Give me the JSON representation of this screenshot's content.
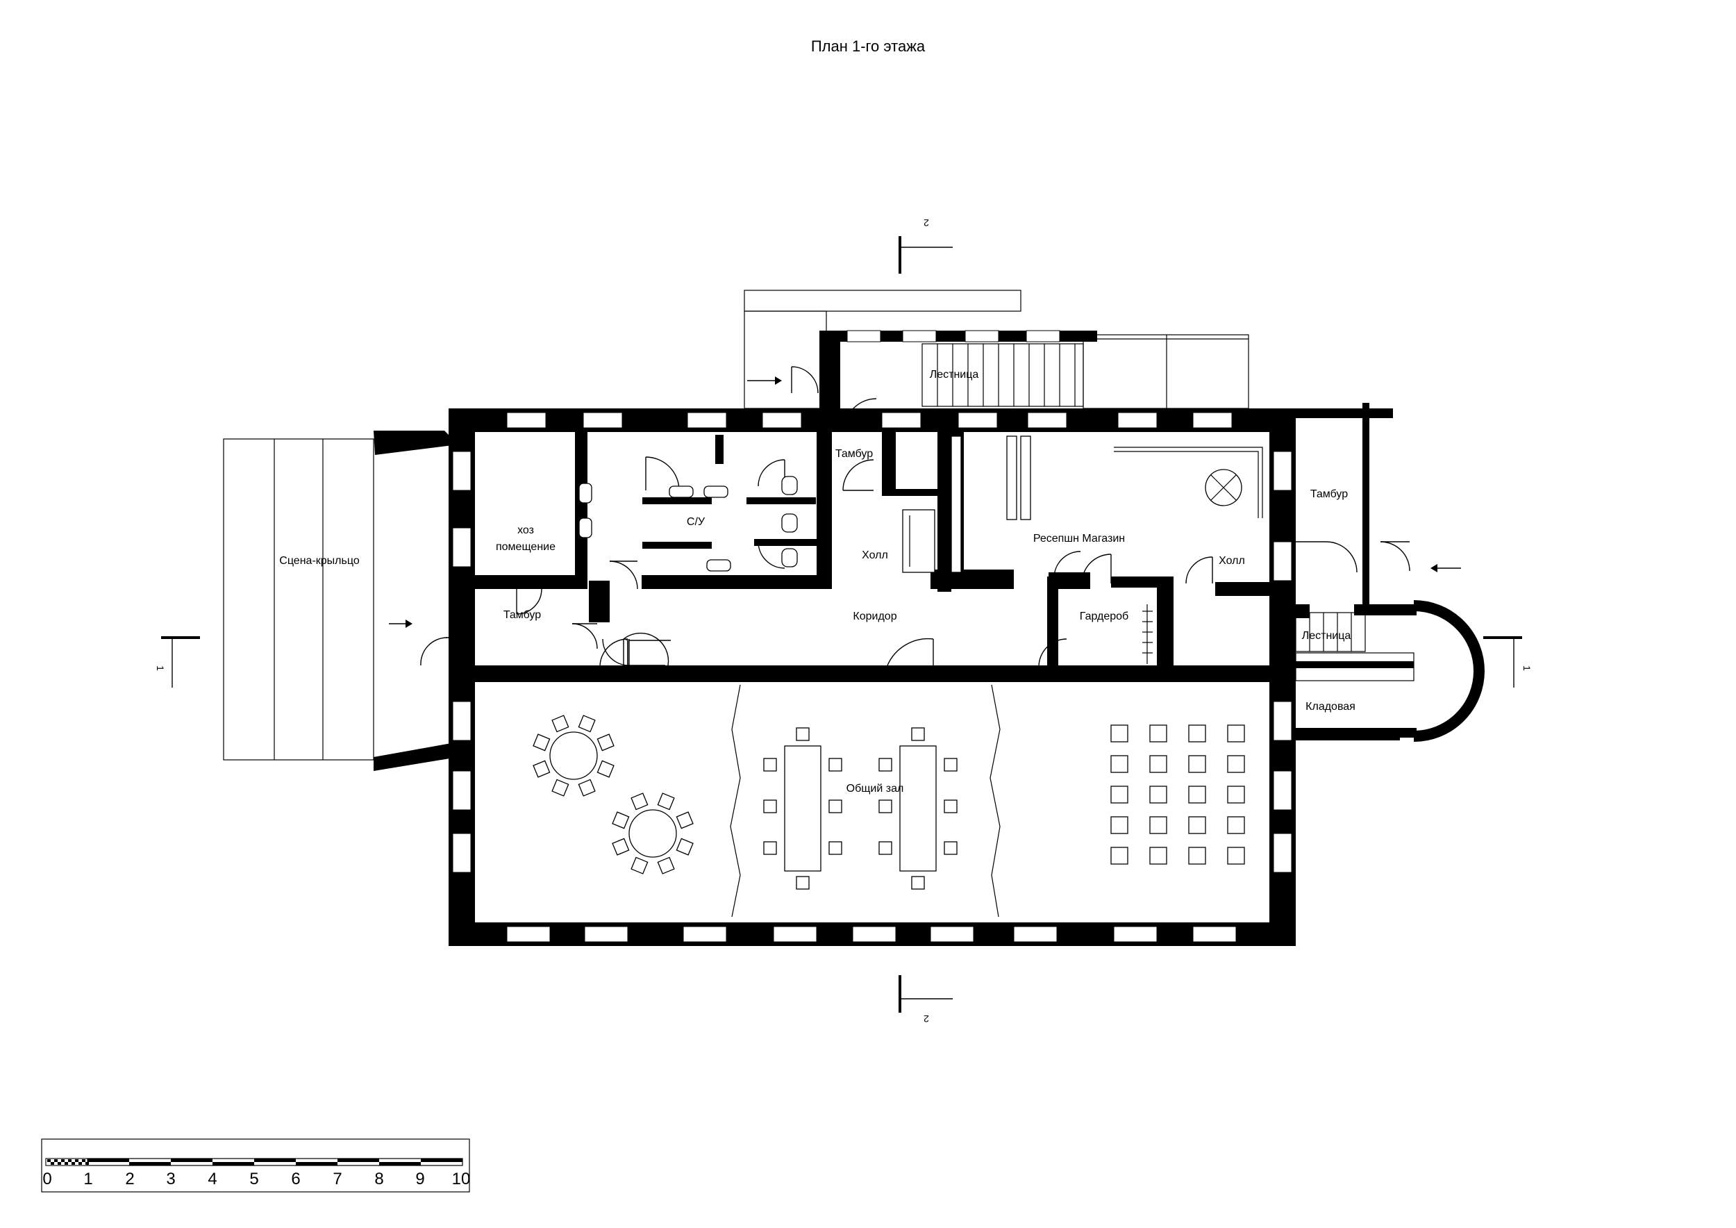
{
  "title": "План 1-го этажа",
  "rooms": [
    {
      "id": "stage",
      "label": "Сцена-крыльцо"
    },
    {
      "id": "utility",
      "label_line1": "хоз",
      "label_line2": "помещение"
    },
    {
      "id": "vestibule-west",
      "label": "Тамбур"
    },
    {
      "id": "wc",
      "label": "С/У"
    },
    {
      "id": "vestibule-north",
      "label": "Тамбур"
    },
    {
      "id": "hall-center",
      "label": "Холл"
    },
    {
      "id": "stair-north",
      "label": "Лестница"
    },
    {
      "id": "reception-shop",
      "label": "Ресепшн Магазин"
    },
    {
      "id": "hall-east",
      "label": "Холл"
    },
    {
      "id": "vestibule-east",
      "label": "Тамбур"
    },
    {
      "id": "corridor",
      "label": "Коридор"
    },
    {
      "id": "wardrobe",
      "label": "Гардероб"
    },
    {
      "id": "stair-east",
      "label": "Лестница"
    },
    {
      "id": "storage",
      "label": "Кладовая"
    },
    {
      "id": "main-hall",
      "label": "Общий зал"
    }
  ],
  "sections": {
    "s1_left": "1",
    "s1_right": "1",
    "s2_top": "2",
    "s2_bottom": "2"
  },
  "scale_bar": {
    "labels": [
      "0",
      "1",
      "2",
      "3",
      "4",
      "5",
      "6",
      "7",
      "8",
      "9",
      "10"
    ]
  },
  "colors": {
    "wall": "#000000",
    "line": "#000000",
    "background": "#ffffff"
  }
}
